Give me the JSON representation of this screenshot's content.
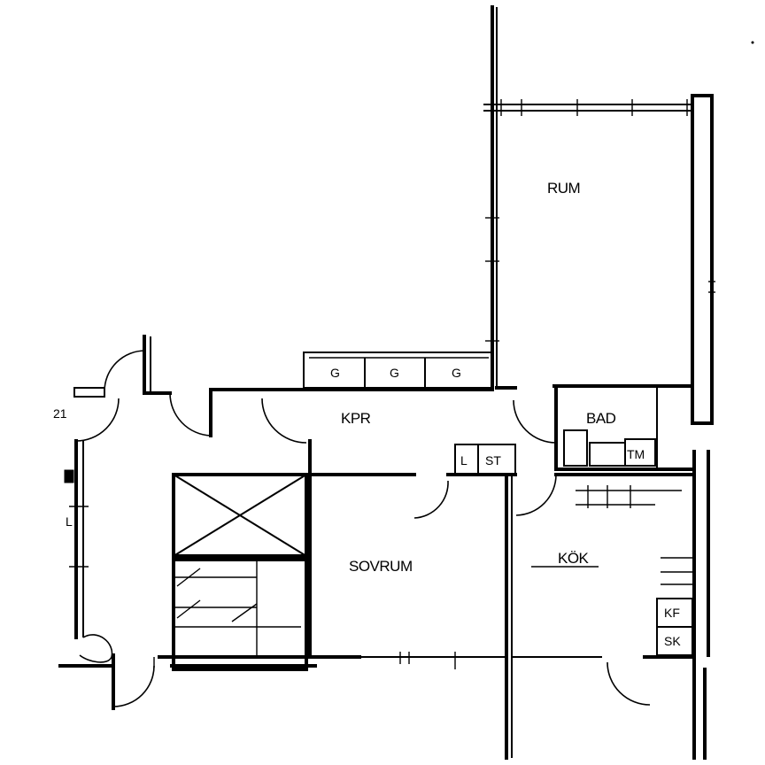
{
  "rooms": {
    "living": "RUM",
    "hall": "KPR",
    "bath": "BAD",
    "bedroom": "SOVRUM",
    "kitchen": "KÖK"
  },
  "fixtures": {
    "wardrobe_1": "G",
    "wardrobe_2": "G",
    "wardrobe_3": "G",
    "linen": "L",
    "storage": "ST",
    "washer": "TM",
    "fridge": "KF",
    "freezer": "SK"
  },
  "marks": {
    "left_number": "21",
    "left_letter": "L"
  }
}
